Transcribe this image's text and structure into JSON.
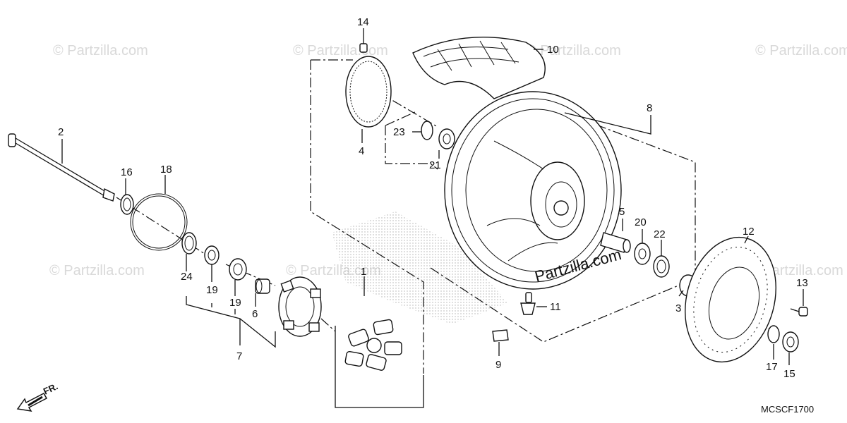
{
  "diagram_code": "MCSCF1700",
  "site_label": "Partzilla.com",
  "watermark_text": "© Partzilla.com",
  "direction_label": "FR.",
  "part_labels": {
    "p1": "1",
    "p2": "2",
    "p3": "3",
    "p4": "4",
    "p5": "5",
    "p6": "6",
    "p7": "7",
    "p8": "8",
    "p9": "9",
    "p10": "10",
    "p11": "11",
    "p12": "12",
    "p13": "13",
    "p14": "14",
    "p15": "15",
    "p16": "16",
    "p17": "17",
    "p18": "18",
    "p19a": "19",
    "p19b": "19",
    "p20": "20",
    "p21": "21",
    "p22": "22",
    "p23": "23",
    "p24": "24"
  },
  "icons": [
    "fr-arrow-icon"
  ]
}
